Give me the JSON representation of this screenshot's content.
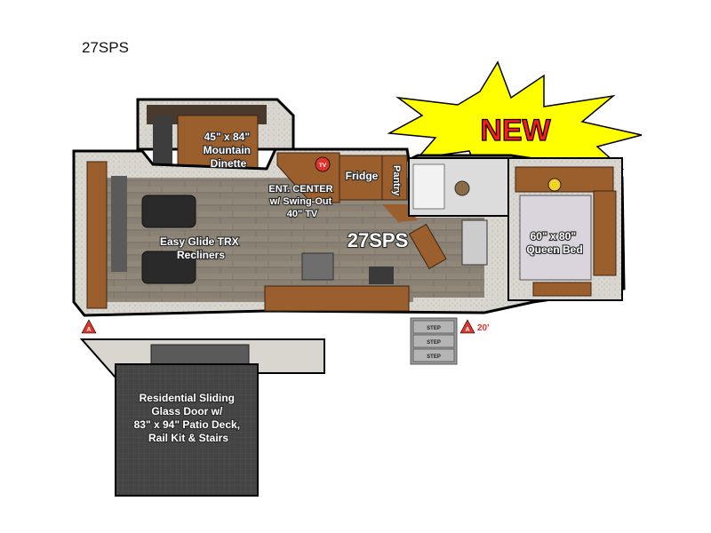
{
  "model": "27SPS",
  "badge": {
    "text": "NEW",
    "color": "#ff1a1a",
    "burst_color": "#ffff00"
  },
  "colors": {
    "floor": "#8a8175",
    "cabinet": "#9a5f2c",
    "outline": "#000000",
    "deck": "#3f3f3f",
    "marker": "#e0342b"
  },
  "rooms": {
    "dinette": [
      "45\" x 84\"",
      "Mountain",
      "Dinette"
    ],
    "ent_center": [
      "ENT. CENTER",
      "w/ Swing-Out",
      "40\" TV"
    ],
    "fridge": "Fridge",
    "pantry": "Pantry",
    "tv_marker": "TV",
    "recliners": [
      "Easy Glide TRX",
      "Recliners"
    ],
    "model_label": "27SPS",
    "bed": [
      "60\" x 80\"",
      "Queen Bed"
    ],
    "patio": [
      "Residential Sliding",
      "Glass Door w/",
      "83\" x 94\" Patio Deck,",
      "Rail Kit & Stairs"
    ]
  },
  "steps": [
    "STEP",
    "STEP",
    "STEP"
  ],
  "awning": {
    "marker": "A",
    "length": "20'"
  }
}
